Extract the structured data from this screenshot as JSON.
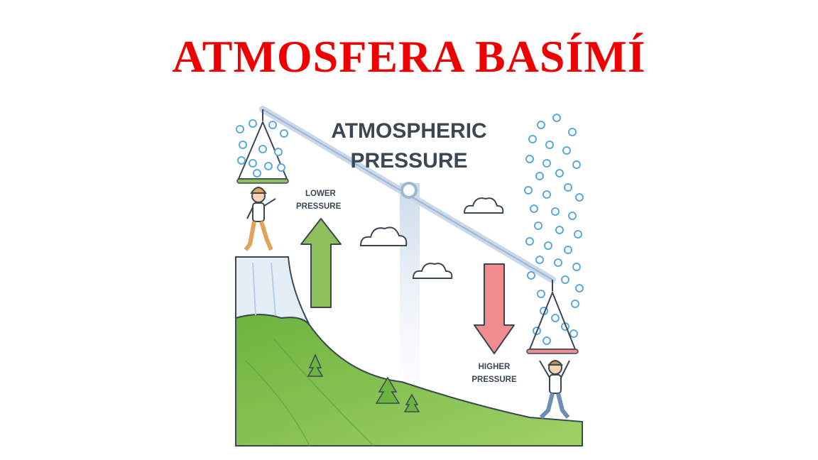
{
  "slide": {
    "title": "ATMOSFERA BASÍMÍ"
  },
  "illustration": {
    "title_line1": "ATMOSPHERIC",
    "title_line2": "PRESSURE",
    "left_label_line1": "LOWER",
    "left_label_line2": "PRESSURE",
    "right_label_line1": "HIGHER",
    "right_label_line2": "PRESSURE",
    "colors": {
      "title_red": "#ee0000",
      "up_arrow": "#8fbf5a",
      "down_arrow": "#f28d8d",
      "grass": "#7fc14e",
      "molecule": "#5aa9d8",
      "text_dark": "#3c4754"
    }
  }
}
